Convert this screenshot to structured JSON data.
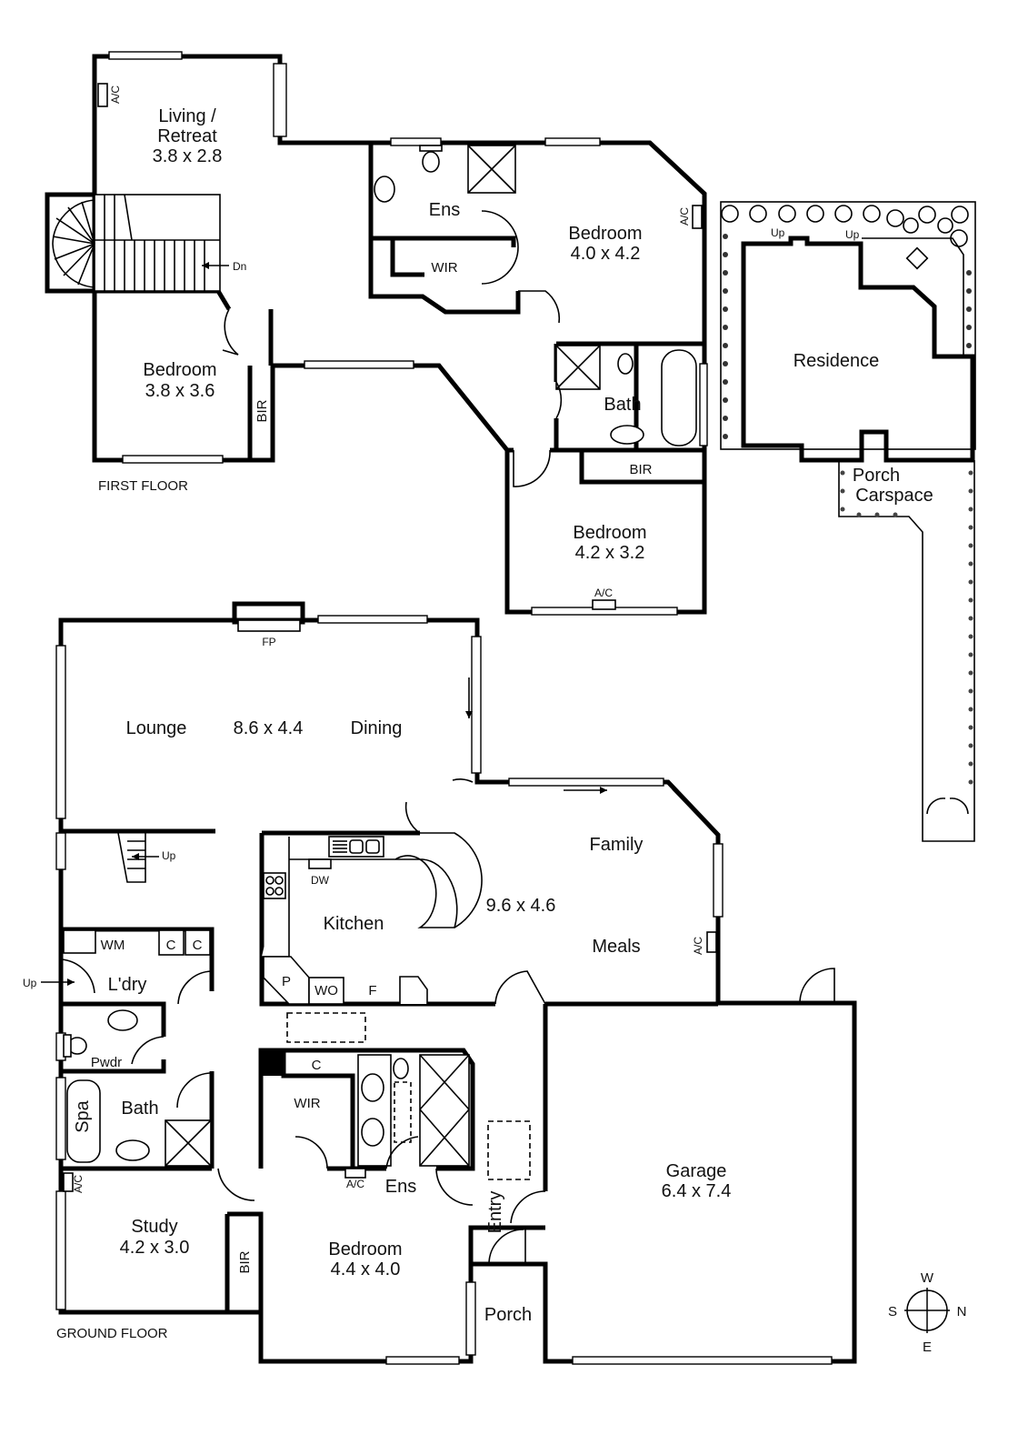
{
  "first_floor": {
    "caption": "FIRST FLOOR",
    "rooms": {
      "living_name_1": "Living /",
      "living_name_2": "Retreat",
      "living_dim": "3.8 x 2.8",
      "ens": "Ens",
      "wir": "WIR",
      "main_bed_name": "Bedroom",
      "main_bed_dim": "4.0 x 4.2",
      "bed2_name": "Bedroom",
      "bed2_dim": "3.8 x 3.6",
      "bir_left": "BIR",
      "bath": "Bath",
      "bir_right": "BIR",
      "bed3_name": "Bedroom",
      "bed3_dim": "4.2 x 3.2"
    },
    "labels": {
      "ac1": "A/C",
      "ac2": "A/C",
      "ac3": "A/C",
      "dn": "Dn"
    }
  },
  "site": {
    "residence": "Residence",
    "porch": "Porch",
    "carspace": "Carspace",
    "up1": "Up",
    "up2": "Up"
  },
  "ground_floor": {
    "caption": "GROUND FLOOR",
    "rooms": {
      "lounge": "Lounge",
      "lounge_dim": "8.6 x 4.4",
      "dining": "Dining",
      "fp": "FP",
      "family": "Family",
      "family_dim": "9.6 x 4.6",
      "meals": "Meals",
      "kitchen": "Kitchen",
      "dw": "DW",
      "p": "P",
      "wo": "WO",
      "f": "F",
      "wm": "WM",
      "c1": "C",
      "c2": "C",
      "laundry": "L'dry",
      "pwdr": "Pwdr",
      "bath": "Bath",
      "spa": "Spa",
      "study": "Study",
      "study_dim": "4.2 x 3.0",
      "bir": "BIR",
      "c3": "C",
      "wir": "WIR",
      "ens": "Ens",
      "bed_name": "Bedroom",
      "bed_dim": "4.4 x 4.0",
      "entry": "Entry",
      "porch": "Porch",
      "garage": "Garage",
      "garage_dim": "6.4 x 7.4"
    },
    "labels": {
      "up_stair": "Up",
      "up_ldry": "Up",
      "ac_meals": "A/C",
      "ac_ens": "A/C",
      "ac_study": "A/C"
    }
  },
  "compass": {
    "w": "W",
    "e": "E",
    "s": "S",
    "n": "N"
  }
}
